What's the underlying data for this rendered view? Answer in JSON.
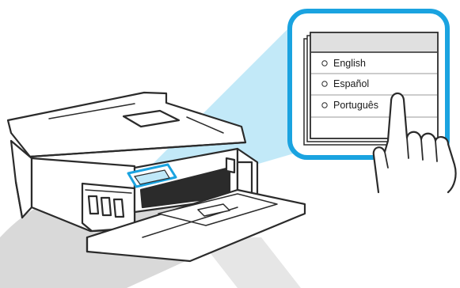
{
  "colors": {
    "accent_blue": "#1aa3e0",
    "beam_blue": "#bfe8f8",
    "outline": "#2b2b2b",
    "printer_fill": "#ffffff",
    "shadow_gray": "#d9d9d9"
  },
  "language_menu": {
    "options": [
      {
        "label": "English",
        "selected": false
      },
      {
        "label": "Español",
        "selected": false
      },
      {
        "label": "Português",
        "selected": false
      }
    ]
  },
  "icons": {
    "printer": "printer-illustration",
    "control_panel": "touch-panel-screen",
    "hand": "pointing-hand",
    "radio": "radio-circle-icon"
  }
}
